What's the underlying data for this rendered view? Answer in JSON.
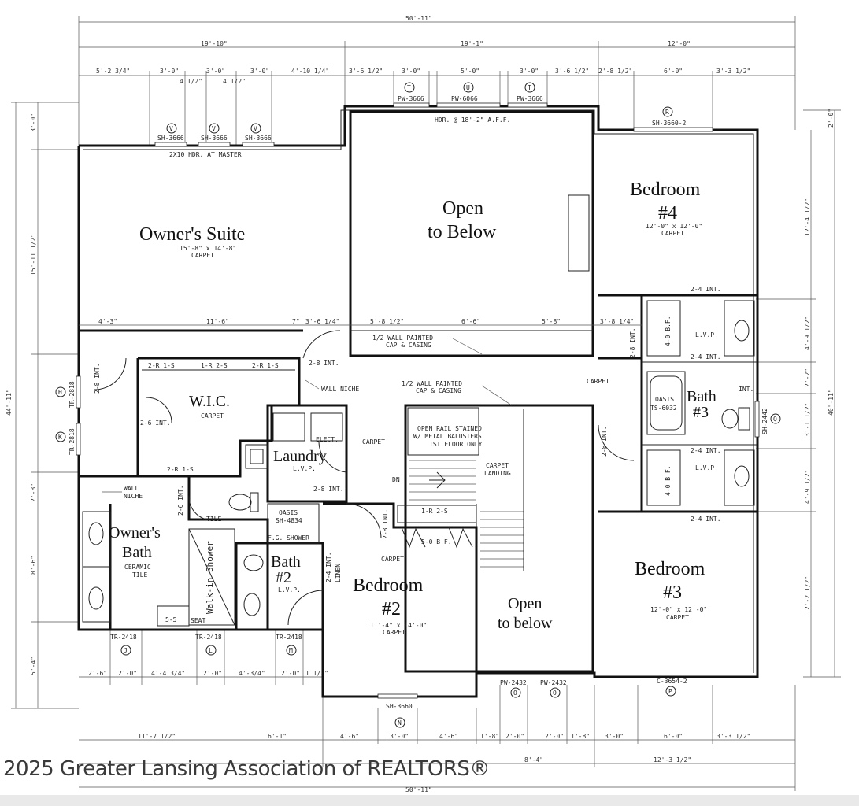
{
  "rooms": {
    "owners_suite": {
      "name": "Owner's Suite",
      "size": "15'-8\" x 14'-8\"",
      "floor": "CARPET"
    },
    "open_to_below_top": {
      "line1": "Open",
      "line2": "to Below"
    },
    "bedroom4": {
      "line1": "Bedroom",
      "line2": "#4",
      "size": "12'-0\" x 12'-0\"",
      "floor": "CARPET"
    },
    "wic": {
      "name": "W.I.C.",
      "floor": "CARPET"
    },
    "laundry": {
      "name": "Laundry",
      "floor": "L.V.P."
    },
    "owners_bath": {
      "line1": "Owner's",
      "line2": "Bath",
      "floor1": "CERAMIC",
      "floor2": "TILE"
    },
    "bath2": {
      "line1": "Bath",
      "line2": "#2",
      "floor": "L.V.P."
    },
    "bedroom2": {
      "line1": "Bedroom",
      "line2": "#2",
      "size": "11'-4\" x 14'-0\"",
      "floor": "CARPET"
    },
    "open_to_below_bottom": {
      "line1": "Open",
      "line2": "to below"
    },
    "bedroom3": {
      "line1": "Bedroom",
      "line2": "#3",
      "size": "12'-0\" x 12'-0\"",
      "floor": "CARPET"
    },
    "bath3": {
      "line1": "Bath",
      "line2": "#3"
    },
    "walk_in_shower": "Walk-in Shower"
  },
  "notes": {
    "hdr_master": "2X10 HDR. AT MASTER",
    "hdr_open": "HDR. @ 18'-2\" A.F.F.",
    "wall_painted_1": "1/2 WALL PAINTED",
    "cap_casing_1": "CAP & CASING",
    "wall_painted_2": "1/2 WALL PAINTED",
    "cap_casing_2": "CAP & CASING",
    "wall_niche_1": "WALL NICHE",
    "wall_niche_2": "WALL",
    "wall_niche_2b": "NICHE",
    "open_rail_1": "OPEN RAIL STAINED",
    "open_rail_2": "W/ METAL BALUSTERS",
    "open_rail_3": "1ST FLOOR ONLY",
    "carpet_landing_1": "CARPET",
    "carpet_landing_2": "LANDING",
    "dn": "DN",
    "carpet_hall": "CARPET",
    "carpet_right": "CARPET",
    "carpet_mid": "CARPET",
    "tile": "TILE",
    "seat": "SEAT",
    "elect": "ELECT.",
    "shower_oasis": "OASIS",
    "shower_size": "SH-4834",
    "shower_label": "F.G. SHOWER",
    "tub_oasis": "OASIS",
    "tub_size": "TS-6032",
    "lvp_top": "L.V.P.",
    "lvp_bottom": "L.V.P.",
    "linen": "LINEN"
  },
  "windows": {
    "top_v": [
      "SH-3666",
      "SH-3666",
      "SH-3666"
    ],
    "top_t1": "PW-3666",
    "top_u": "PW-6066",
    "top_t2": "PW-3666",
    "top_r": "SH-3660-2",
    "left_h": "TR-2818",
    "left_k": "TR-2818",
    "bottom_tr": [
      "TR-2418",
      "TR-2418",
      "TR-2418"
    ],
    "bottom_sh": "SH-3660",
    "bottom_pw": [
      "PW-2432",
      "PW-2432"
    ],
    "bottom_c": "C-3654-2",
    "right_sh": "SH-2442"
  },
  "closets": {
    "wic_shelves": [
      "2-R 1-S",
      "1-R 2-S",
      "2-R 1-S"
    ],
    "wic_bottom": "2-R 1-S",
    "bed2_closet": "1-R 2-S",
    "bed2_bf": "5-0 B.F.",
    "bed4_bf": "4-0 B.F.",
    "bed3_bf": "4-0 B.F."
  },
  "doors": {
    "d_28_a": "2-8 INT.",
    "d_28_b": "2-8 INT.",
    "d_28_c": "2-8 INT.",
    "d_28_d": "2-8 INT.",
    "d_28_e": "2-8 INT.",
    "d_28_f": "2-8 INT.",
    "d_26_a": "2-6 INT.",
    "d_26_b": "2-6 INT.",
    "d_24_a": "2-4 INT.",
    "d_24_b": "2-4 INT.",
    "d_24_c": "2-4 INT.",
    "d_24_d": "2-4 INT.",
    "d_24_linen": "2-4 INT.",
    "d_55": "5-5",
    "d_55_int": "INT."
  },
  "dimensions": {
    "overall_top": "50'-11\"",
    "top_segments": [
      "19'-10\"",
      "19'-1\"",
      "12'-0\""
    ],
    "top_fine": [
      "5'-2 3/4\"",
      "3'-0\"",
      "3'-0\"",
      "3'-0\"",
      "4'-10 1/4\"",
      "3'-6 1/2\"",
      "3'-0\"",
      "5'-0\"",
      "3'-0\"",
      "3'-6 1/2\"",
      "2'-8 1/2\"",
      "6'-0\"",
      "3'-3 1/2\""
    ],
    "top_small": [
      "4 1/2\"",
      "4 1/2\""
    ],
    "mid_row": [
      "4'-3\"",
      "11'-6\"",
      "7\"",
      "3'-6 1/4\"",
      "5'-8 1/2\"",
      "6'-6\"",
      "5'-8\"",
      "3'-8 1/4\""
    ],
    "bottom_fine": [
      "2'-6\"",
      "2'-0\"",
      "4'-4 3/4\"",
      "2'-0\"",
      "4'-3/4\"",
      "2'-0\"",
      "1 1/2\""
    ],
    "bottom_row": [
      "11'-7 1/2\"",
      "6'-1\"",
      "4'-6\"",
      "3'-0\"",
      "4'-6\"",
      "1'-8\"",
      "2'-0\"",
      "2'-0\"",
      "1'-8\"",
      "3'-0\"",
      "6'-0\"",
      "3'-3 1/2\""
    ],
    "bottom_row2": [
      "8'-4\"",
      "12'-3 1/2\""
    ],
    "overall_bottom": "50'-11\"",
    "left_overall": "44'-11\"",
    "left_segments": [
      "3'-0\"",
      "15'-11 1/2\"",
      "8'-6\"",
      "2'-8\"",
      "5'-4\""
    ],
    "right_overall": "40'-11\"",
    "right_segments": [
      "2'-0\"",
      "12'-4 1/2\"",
      "4'-9 1/2\"",
      "2'-2\"",
      "3'-1 1/2\"",
      "4'-9 1/2\"",
      "12'-2 1/2\""
    ]
  },
  "watermark": "2025 Greater Lansing Association of REALTORS®"
}
